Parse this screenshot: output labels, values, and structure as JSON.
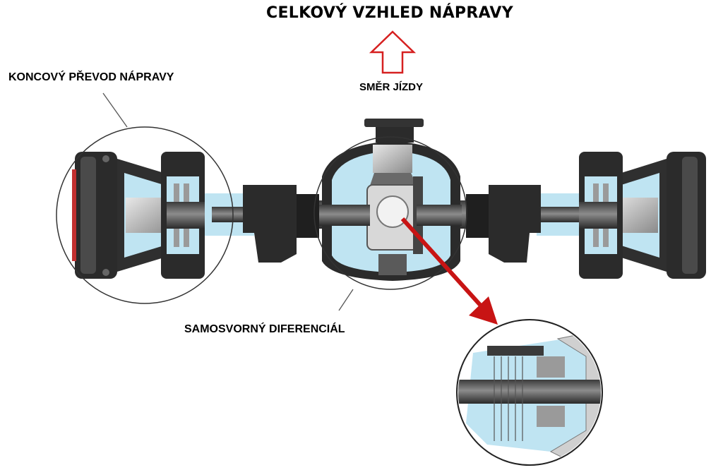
{
  "diagram": {
    "title": "CELKOVÝ VZHLED NÁPRAVY",
    "labels": {
      "wheel_end": "KONCOVÝ PŘEVOD NÁPRAVY",
      "direction": "SMĚR JÍZDY",
      "differential": "SAMOSVORNÝ DIFERENCIÁL"
    },
    "colors": {
      "cutaway_blue": "#bfe4f2",
      "housing_dark": "#2b2b2b",
      "arrow_direction": "#d62020",
      "arrow_detail": "#c81414",
      "callout_circle": "#333333"
    }
  }
}
